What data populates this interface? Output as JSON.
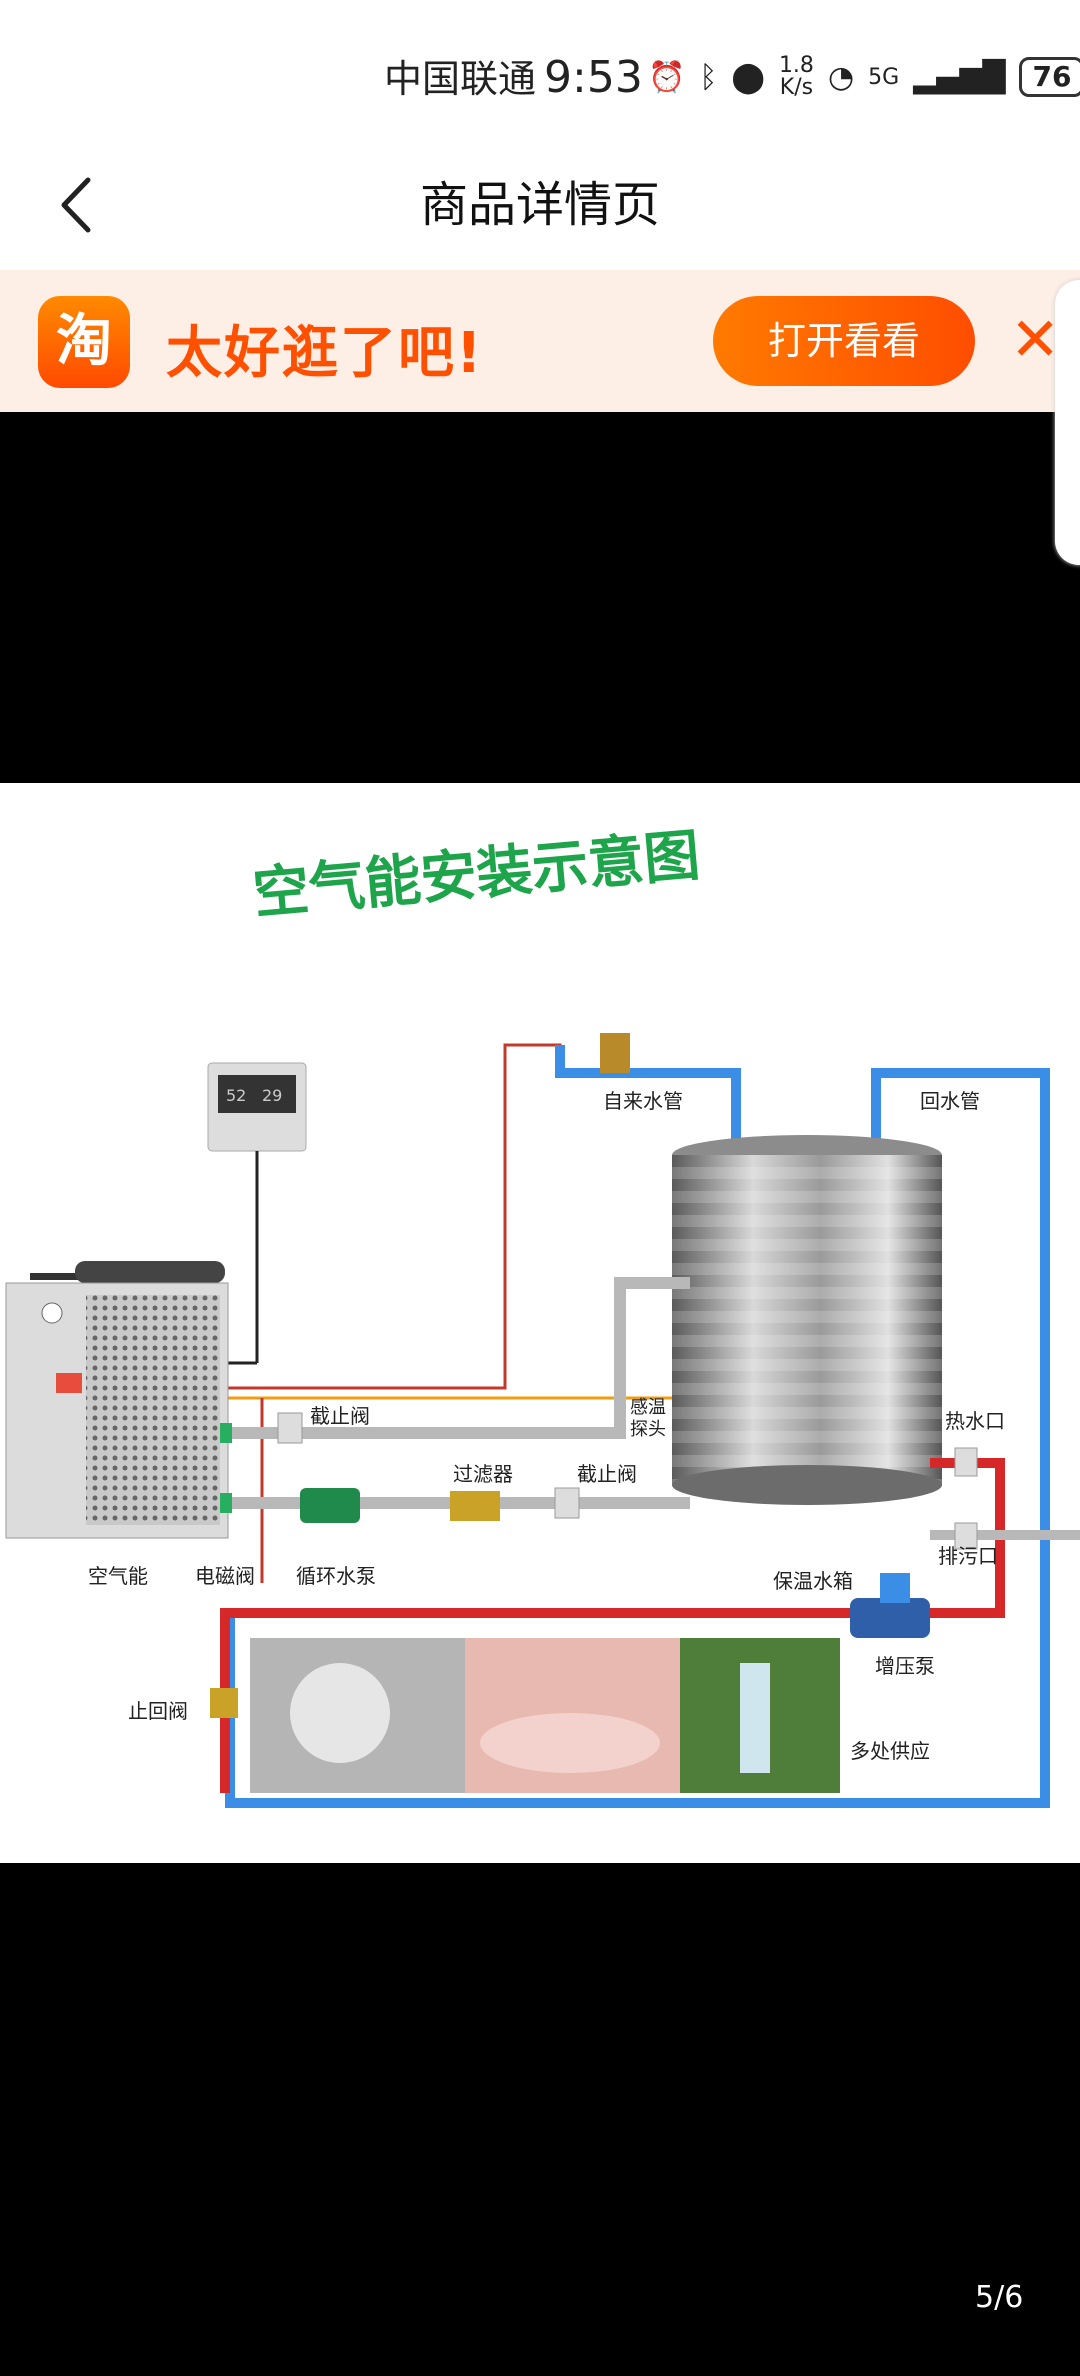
{
  "status_bar": {
    "carrier": "中国联通",
    "time": "9:53",
    "speed_value": "1.8",
    "speed_unit": "K/s",
    "network": "5G",
    "battery": "76"
  },
  "header": {
    "title": "商品详情页"
  },
  "banner": {
    "logo_char": "淘",
    "slogan": "太好逛了吧!",
    "open_button_label": "打开看看"
  },
  "diagram": {
    "title": "空气能安装示意图",
    "thermostat_readings": [
      "52",
      "29"
    ],
    "labels": {
      "tap_water_pipe": "自来水管",
      "return_pipe": "回水管",
      "stop_valve_1": "截止阀",
      "temp_probe_1": "感温",
      "temp_probe_2": "探头",
      "hot_water_outlet": "热水口",
      "filter": "过滤器",
      "stop_valve_2": "截止阀",
      "drain_outlet": "排污口",
      "air_energy": "空气能",
      "solenoid_valve": "电磁阀",
      "circulation_pump": "循环水泵",
      "insulated_tank": "保温水箱",
      "booster_pump": "增压泵",
      "check_valve": "止回阀",
      "multi_supply": "多处供应"
    }
  },
  "pager": {
    "current": "5",
    "total": "6",
    "text": "5/6"
  },
  "colors": {
    "accent": "#ff5000",
    "pipe_hot": "#d62828",
    "pipe_cold": "#3a8ee6",
    "title_green": "#1ea44a"
  }
}
